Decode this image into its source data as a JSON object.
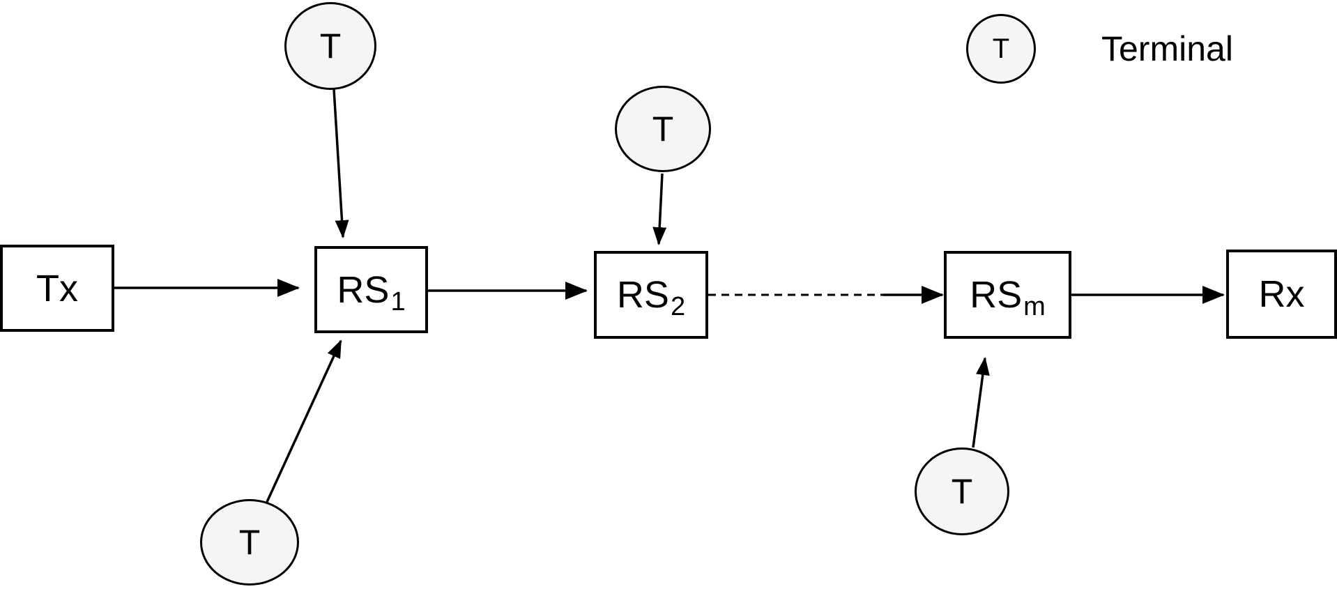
{
  "nodes": {
    "tx": {
      "label": "Tx"
    },
    "rs1": {
      "label": "RS",
      "sub": "1"
    },
    "rs2": {
      "label": "RS",
      "sub": "2"
    },
    "rsm": {
      "label": "RS",
      "sub": "m"
    },
    "rx": {
      "label": "Rx"
    }
  },
  "terminals": [
    {
      "symbol": "T"
    },
    {
      "symbol": "T"
    },
    {
      "symbol": "T"
    },
    {
      "symbol": "T"
    }
  ],
  "legend": {
    "symbol": "T",
    "label": "Terminal"
  },
  "colors": {
    "line": "#000000",
    "node_fill": "#ffffff",
    "terminal_fill": "#f5f5f5",
    "background": "#ffffff"
  }
}
